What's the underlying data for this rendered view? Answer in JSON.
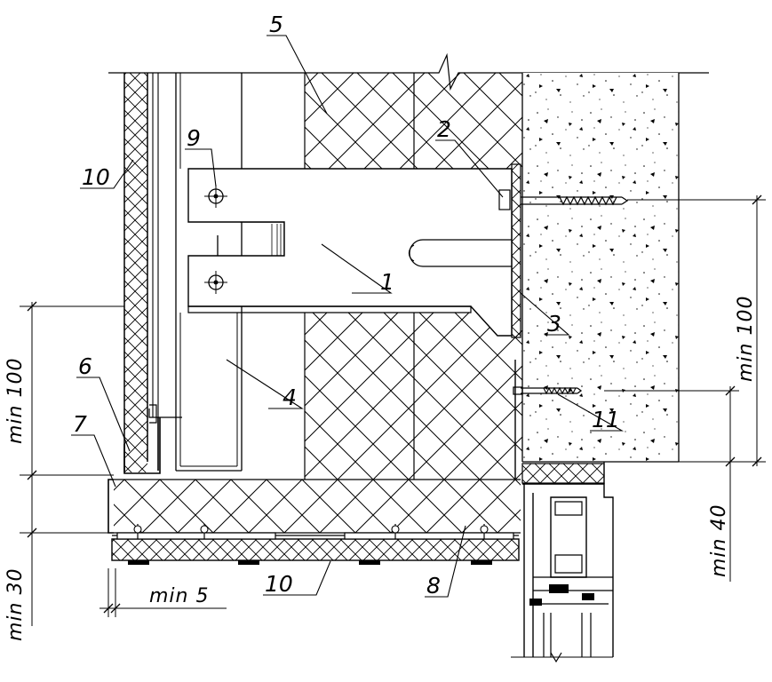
{
  "labels": {
    "l1": "1",
    "l2": "2",
    "l3": "3",
    "l4": "4",
    "l5": "5",
    "l6": "6",
    "l7": "7",
    "l8": "8",
    "l9": "9",
    "l10_top": "10",
    "l10_bottom": "10",
    "l11": "11"
  },
  "dimensions": {
    "left_min100": "min 100",
    "left_min30": "min 30",
    "bottom_min5": "min 5",
    "right_min100": "min 100",
    "right_min40": "min 40"
  }
}
